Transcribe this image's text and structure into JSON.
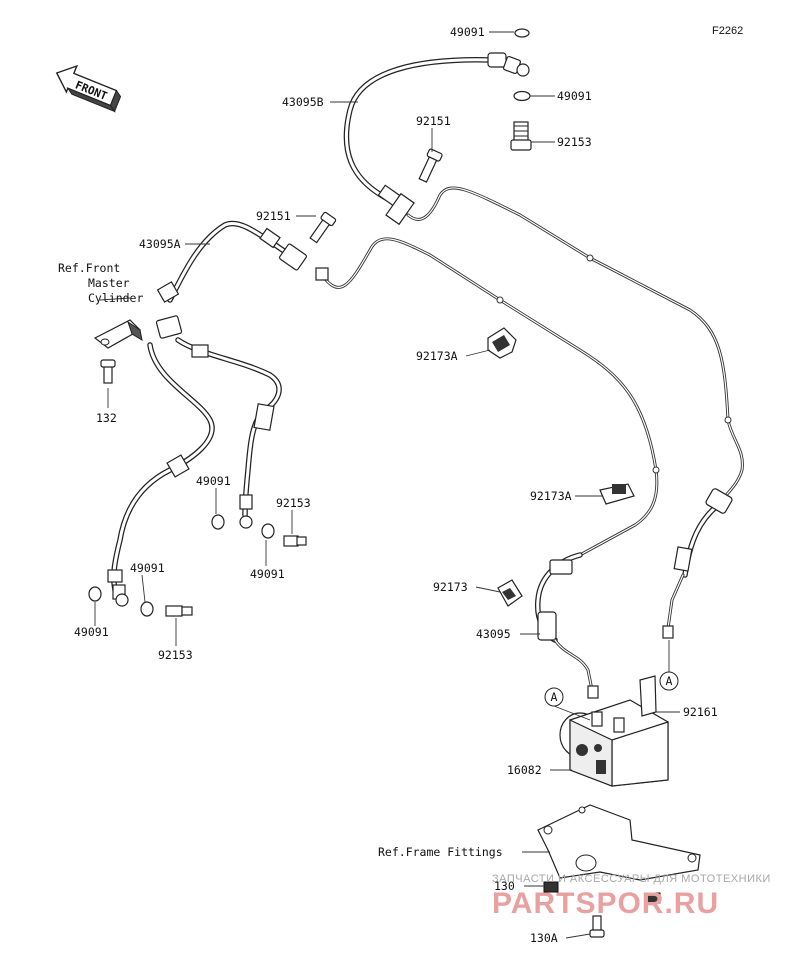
{
  "diagram_code": "F2262",
  "front_label": "FRONT",
  "parts": {
    "p49091_top": "49091",
    "p49091_mid": "49091",
    "p43095B": "43095B",
    "p92151_top": "92151",
    "p92153_top": "92153",
    "p92151_left": "92151",
    "p43095A": "43095A",
    "p92173A_1": "92173A",
    "p132": "132",
    "p49091_l1": "49091",
    "p92153_l1": "92153",
    "p49091_l2": "49091",
    "p49091_l3": "49091",
    "p49091_l4": "49091",
    "p92153_l2": "92153",
    "p92173A_2": "92173A",
    "p92173": "92173",
    "p43095": "43095",
    "p92161": "92161",
    "p16082": "16082",
    "p130": "130",
    "p130A": "130A"
  },
  "refs": {
    "front_master_1": "Ref.Front",
    "front_master_2": "Master",
    "front_master_3": "Cylinder",
    "frame_fittings": "Ref.Frame Fittings"
  },
  "markers": {
    "a_left": "A",
    "a_right": "A"
  },
  "watermark": {
    "line1": "ЗАПЧАСТИ И АКСЕССУАРЫ ДЛЯ МОТОТЕХНИКИ",
    "line2": "PARTSPOR.RU"
  }
}
